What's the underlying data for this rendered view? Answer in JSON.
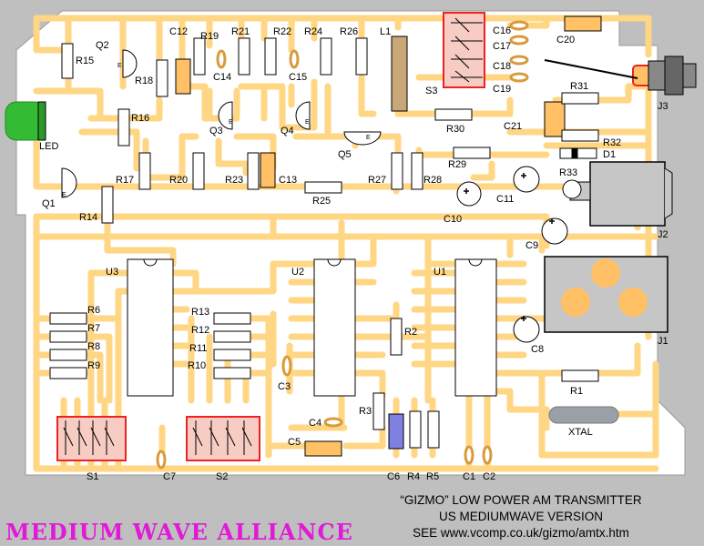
{
  "colors": {
    "background": "#bfbfbf",
    "board": "#ffffff",
    "trace": "#ffd683",
    "component_outline": "#000000",
    "capacitor_orange": "#ffc066",
    "tan_inductor": "#c8a878",
    "blue_capacitor": "#8080e0",
    "red_switch": "#ee2222",
    "switch_fill": "#f7ccc2",
    "crystal": "#9aa0a8",
    "brand_magenta": "#e01ad6",
    "led_green": "#33bb33"
  },
  "labels": {
    "resistors": [
      "R1",
      "R2",
      "R3",
      "R4",
      "R5",
      "R6",
      "R7",
      "R8",
      "R9",
      "R10",
      "R11",
      "R12",
      "R13",
      "R14",
      "R15",
      "R16",
      "R17",
      "R18",
      "R19",
      "R20",
      "R21",
      "R22",
      "R23",
      "R24",
      "R25",
      "R26",
      "R27",
      "R28",
      "R29",
      "R30",
      "R31",
      "R32",
      "R33"
    ],
    "capacitors": [
      "C1",
      "C2",
      "C3",
      "C4",
      "C5",
      "C6",
      "C7",
      "C8",
      "C9",
      "C10",
      "C11",
      "C12",
      "C13",
      "C14",
      "C15",
      "C16",
      "C17",
      "C18",
      "C19",
      "C20",
      "C21"
    ],
    "transistors": [
      "Q1",
      "Q2",
      "Q3",
      "Q4",
      "Q5"
    ],
    "ics": [
      "U1",
      "U2",
      "U3"
    ],
    "switches": [
      "S1",
      "S2",
      "S3"
    ],
    "jacks": [
      "J1",
      "J2",
      "J3"
    ],
    "others": {
      "led": "LED",
      "inductor": "L1",
      "diode": "D1",
      "crystal": "XTAL",
      "emitter": "E"
    }
  },
  "caption": {
    "line1": "“GIZMO” LOW POWER AM TRANSMITTER",
    "line2": "US MEDIUMWAVE VERSION",
    "line3": "SEE www.vcomp.co.uk/gizmo/amtx.htm"
  },
  "brand": "MEDIUM WAVE ALLIANCE"
}
